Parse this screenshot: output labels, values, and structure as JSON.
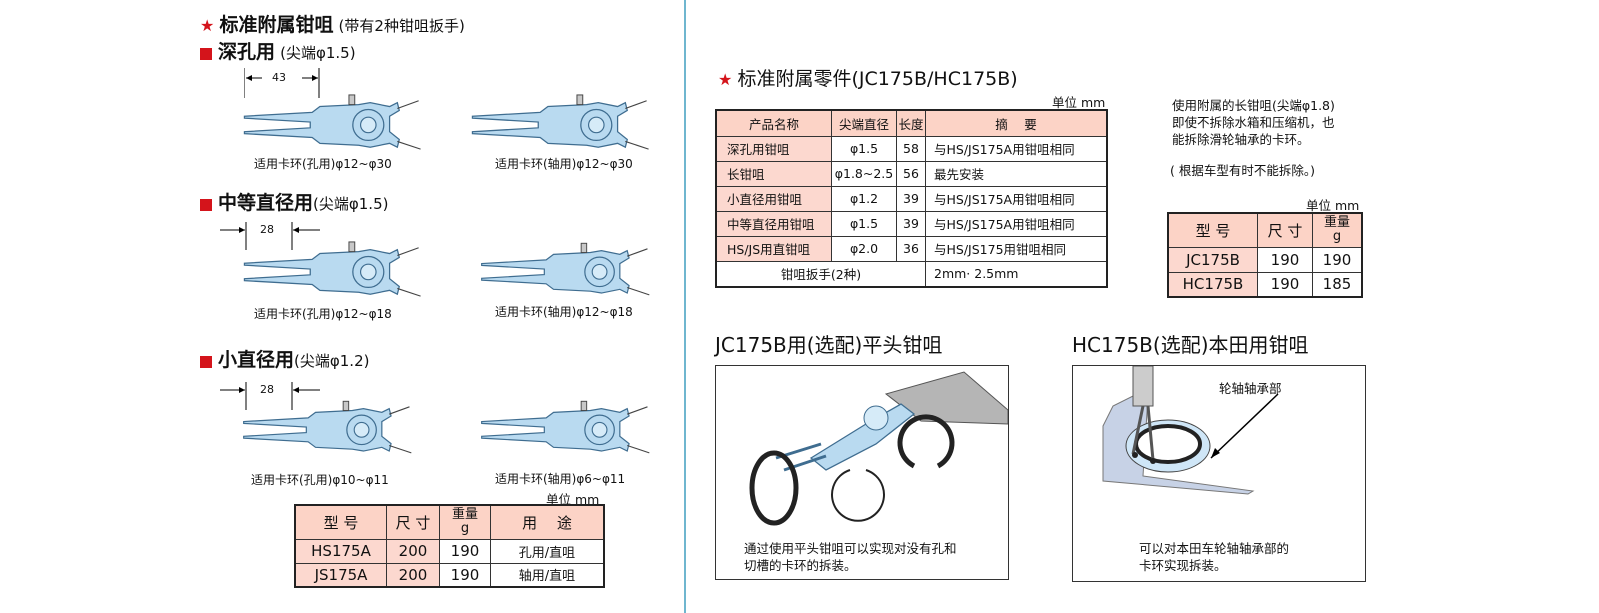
{
  "left": {
    "title": "标准附属钳咀",
    "title_note": "(带有2种钳咀扳手)",
    "sections": [
      {
        "name": "深孔用",
        "tip": "(尖端φ1.5)",
        "dim": "43",
        "cap_hole": "适用卡环(孔用)φ12~φ30",
        "cap_shaft": "适用卡环(轴用)φ12~φ30"
      },
      {
        "name": "中等直径用",
        "tip": "(尖端φ1.5)",
        "dim": "28",
        "cap_hole": "适用卡环(孔用)φ12~φ18",
        "cap_shaft": "适用卡环(轴用)φ12~φ18"
      },
      {
        "name": "小直径用",
        "tip": "(尖端φ1.2)",
        "dim": "28",
        "cap_hole": "适用卡环(孔用)φ10~φ11",
        "cap_shaft": "适用卡环(轴用)φ6~φ11"
      }
    ],
    "unit": "单位 mm",
    "table": {
      "headers": [
        "型 号",
        "尺 寸",
        "重量",
        "g",
        "用　 途"
      ],
      "rows": [
        [
          "HS175A",
          "200",
          "190",
          "孔用/直咀"
        ],
        [
          "JS175A",
          "200",
          "190",
          "轴用/直咀"
        ]
      ]
    }
  },
  "right": {
    "title": "标准附属零件(JC175B/HC175B)",
    "unit": "单位 mm",
    "parts_table": {
      "headers": [
        "产品名称",
        "尖端直径",
        "长度",
        "摘　 要"
      ],
      "rows": [
        [
          "深孔用钳咀",
          "φ1.5",
          "58",
          "与HS/JS175A用钳咀相同"
        ],
        [
          "长钳咀",
          "φ1.8~2.5",
          "56",
          "最先安装"
        ],
        [
          "小直径用钳咀",
          "φ1.2",
          "39",
          "与HS/JS175A用钳咀相同"
        ],
        [
          "中等直径用钳咀",
          "φ1.5",
          "39",
          "与HS/JS175A用钳咀相同"
        ],
        [
          "HS/JS用直钳咀",
          "φ2.0",
          "36",
          "与HS/JS175用钳咀相同"
        ]
      ],
      "footer": [
        "钳咀扳手(2种)",
        "2mm· 2.5mm"
      ]
    },
    "note_lines": [
      "使用附属的长钳咀(尖端φ1.8)",
      "即使不拆除水箱和压缩机，也",
      "能拆除滑轮轴承的卡环。"
    ],
    "note2": "( 根据车型有时不能拆除。)",
    "unit2": "单位 mm",
    "model_table": {
      "headers": [
        "型 号",
        "尺 寸",
        "重量",
        "g"
      ],
      "rows": [
        [
          "JC175B",
          "190",
          "190"
        ],
        [
          "HC175B",
          "190",
          "185"
        ]
      ]
    },
    "jc": {
      "title": "JC175B用(选配)平头钳咀",
      "caption_lines": [
        "通过使用平头钳咀可以实现对没有孔和",
        "切槽的卡环的拆装。"
      ]
    },
    "hc": {
      "title": "HC175B(选配)本田用钳咀",
      "label": "轮轴轴承部",
      "caption_lines": [
        "可以对本田车轮轴轴承部的",
        "卡环实现拆装。"
      ]
    }
  }
}
